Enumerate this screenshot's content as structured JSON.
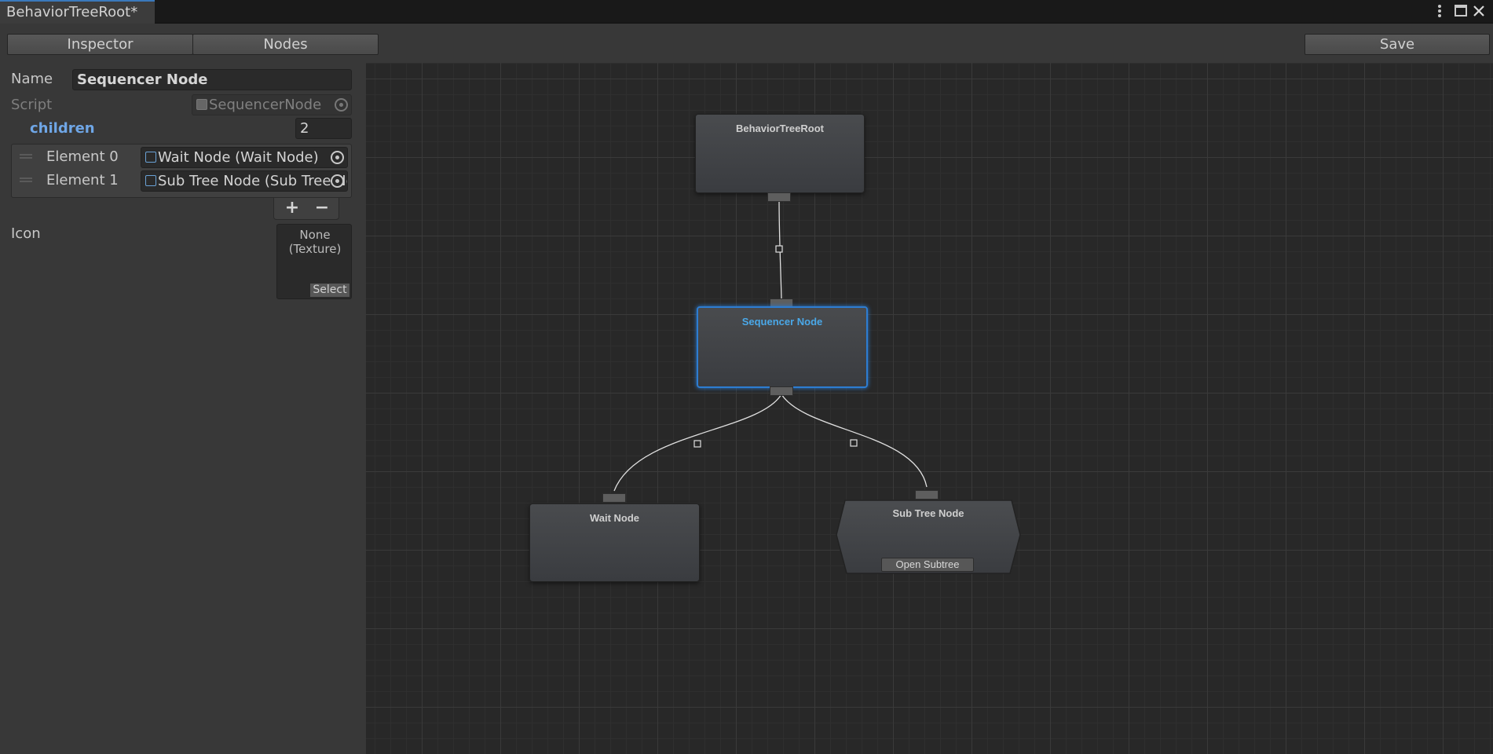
{
  "window": {
    "tab_title": "BehaviorTreeRoot*",
    "menu_icon": "kebab-menu-icon",
    "maximize_icon": "maximize-icon",
    "close_icon": "close-icon"
  },
  "toolbar": {
    "inspector_label": "Inspector",
    "nodes_label": "Nodes",
    "save_label": "Save"
  },
  "inspector": {
    "name_label": "Name",
    "name_value": "Sequencer Node",
    "script_label": "Script",
    "script_value": "SequencerNode",
    "children_label": "children",
    "children_count": "2",
    "elements": [
      {
        "label": "Element 0",
        "value": "Wait Node (Wait Node)"
      },
      {
        "label": "Element 1",
        "value": "Sub Tree Node (Sub Tree Node)"
      }
    ],
    "plus_label": "+",
    "minus_label": "−",
    "icon_label": "Icon",
    "icon_value": "None (Texture)",
    "icon_select_label": "Select"
  },
  "graph": {
    "nodes": {
      "root": {
        "title": "BehaviorTreeRoot"
      },
      "sequencer": {
        "title": "Sequencer Node",
        "selected": true
      },
      "wait": {
        "title": "Wait Node"
      },
      "subtree": {
        "title": "Sub Tree Node",
        "button_label": "Open Subtree"
      }
    }
  },
  "colors": {
    "selection_accent": "#2d7dd2",
    "tab_accent": "#3a79bb",
    "children_label": "#6fa6e6"
  }
}
